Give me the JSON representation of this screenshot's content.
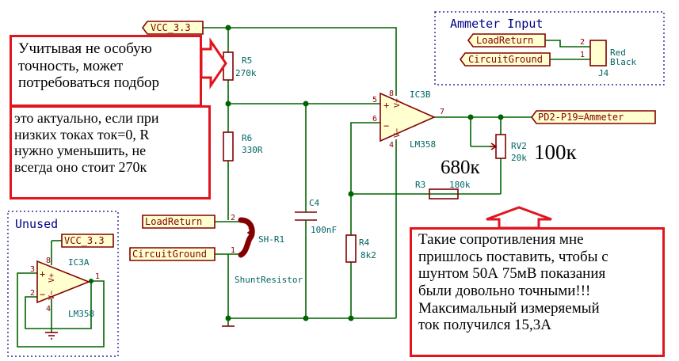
{
  "nets": {
    "vcc_main": "VCC_3.3",
    "vcc_unused": "VCC_3.3",
    "load_return": "LoadReturn",
    "circuit_ground": "CircuitGround",
    "ammeter_out": "PD2-P19=Ammeter",
    "ammeter_load_return": "LoadReturn",
    "ammeter_circuit_ground": "CircuitGround"
  },
  "components": {
    "r5": {
      "ref": "R5",
      "value": "270k"
    },
    "r6": {
      "ref": "R6",
      "value": "330R"
    },
    "c4": {
      "ref": "C4",
      "value": "100nF"
    },
    "r4": {
      "ref": "R4",
      "value": "8k2"
    },
    "r3": {
      "ref": "R3",
      "value": "180k"
    },
    "rv2": {
      "ref": "RV2",
      "value": "20k"
    },
    "shunt": {
      "ref": "SH-R1",
      "value": "ShuntResistor"
    },
    "ic3b": {
      "ref": "IC3B",
      "value": "LM358"
    },
    "ic3a": {
      "ref": "IC3A",
      "value": "LM358"
    },
    "j4": {
      "ref": "J4"
    }
  },
  "pins": {
    "ic3b_plus": "5",
    "ic3b_minus": "6",
    "ic3b_out": "7",
    "ic3b_vp": "8",
    "ic3b_gnd": "4",
    "ic3a_plus": "3",
    "ic3a_minus": "2",
    "ic3a_out": "1",
    "ic3a_vp": "8",
    "ic3a_gnd": "4",
    "shunt_top": "2",
    "shunt_bottom": "1",
    "j4_pin2": "2",
    "j4_pin1": "1"
  },
  "opamp_marks": {
    "plus": "+",
    "minus": "−",
    "vplus": "V+",
    "vminus": "V−"
  },
  "sections": {
    "ammeter_input": "Ammeter Input",
    "unused": "Unused",
    "wire_red": "Red",
    "wire_black": "Black"
  },
  "annotations": {
    "note_top": "Учитывая не особую\nточность, может\nпотребоваться подбор",
    "note_mid": "это актуально, если при\nнизких токах ток=0,  R\nнужно уменьшить, не\nвсегда оно стоит 270к",
    "note_bottom": "Такие сопротивления мне\nпришлось поставить, чтобы с\nшунтом 50А 75мВ показания\nбыли довольно точными!!!\nМаксимальный измеряемый\nток получился 15,3А",
    "value_680k": "680к",
    "value_100k": "100к"
  },
  "colors": {
    "wire": "#006400",
    "component": "#840000",
    "text": "#006464",
    "label_fill": "#ffffd0",
    "annotation": "#e0161f",
    "frame": "#000084"
  }
}
